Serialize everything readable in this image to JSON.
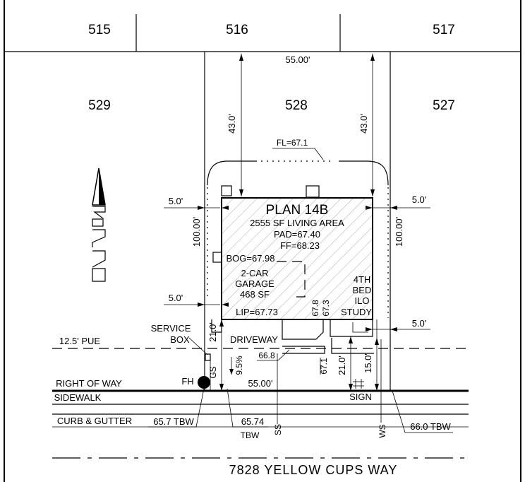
{
  "lots": {
    "l515": "515",
    "l516": "516",
    "l517": "517",
    "l529": "529",
    "l528": "528",
    "l527": "527"
  },
  "dims": {
    "top_width": "55.00'",
    "rear_left": "43.0'",
    "rear_right": "43.0'",
    "depth_left": "100.00'",
    "depth_right": "100.00'",
    "side_left_top": "5.0'",
    "side_left_bottom": "5.0'",
    "side_right_top": "5.0'",
    "side_right_bottom": "5.0'",
    "front_left": "21.0'",
    "front_right": "21.0'",
    "front_far": "15.0'",
    "bottom_width": "55.00'",
    "slope": "9.5%"
  },
  "house": {
    "plan": "PLAN 14B",
    "area": "2555 SF LIVING AREA",
    "pad": "PAD=67.40",
    "ff": "FF=68.23",
    "bog": "BOG=67.98",
    "garage_1": "2-CAR",
    "garage_2": "GARAGE",
    "garage_3": "468 SF",
    "lip": "LIP=67.73",
    "study_1": "4TH",
    "study_2": "BED",
    "study_3": "ILO",
    "study_4": "STUDY",
    "elev_a": "67.8",
    "elev_b": "67.3"
  },
  "site": {
    "fl": "FL=67.1",
    "service_1": "SERVICE",
    "service_2": "BOX",
    "pue": "12.5' PUE",
    "driveway": "DRIVEWAY",
    "drive_elev": "66.8",
    "walk_elev": "67.1",
    "gs": "GS",
    "fh": "FH",
    "row": "RIGHT OF WAY",
    "sidewalk": "SIDEWALK",
    "sign": "SIGN",
    "curb": "CURB & GUTTER",
    "tbw_left": "65.7 TBW",
    "tbw_mid_1": "65.74",
    "tbw_mid_2": "TBW",
    "tbw_right": "66.0 TBW",
    "ss": "SS",
    "ws": "WS",
    "address": "7828 YELLOW CUPS WAY"
  }
}
